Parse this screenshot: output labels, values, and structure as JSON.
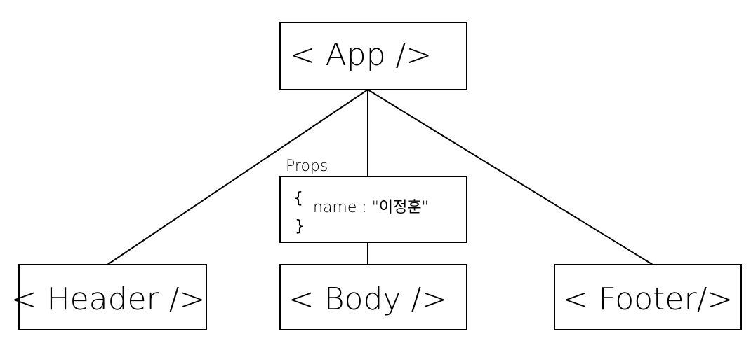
{
  "diagram": {
    "nodes": {
      "app": {
        "label": "< App />"
      },
      "header": {
        "label": "< Header />"
      },
      "body": {
        "label": "< Body />"
      },
      "footer": {
        "label": "< Footer/>"
      }
    },
    "props": {
      "title": "Props",
      "open_brace": "{",
      "content": "name : \"이정훈\"",
      "close_brace": "}"
    },
    "edges": [
      {
        "from": "app",
        "to": "header"
      },
      {
        "from": "app",
        "to": "props"
      },
      {
        "from": "props",
        "to": "body"
      },
      {
        "from": "app",
        "to": "footer"
      }
    ]
  }
}
